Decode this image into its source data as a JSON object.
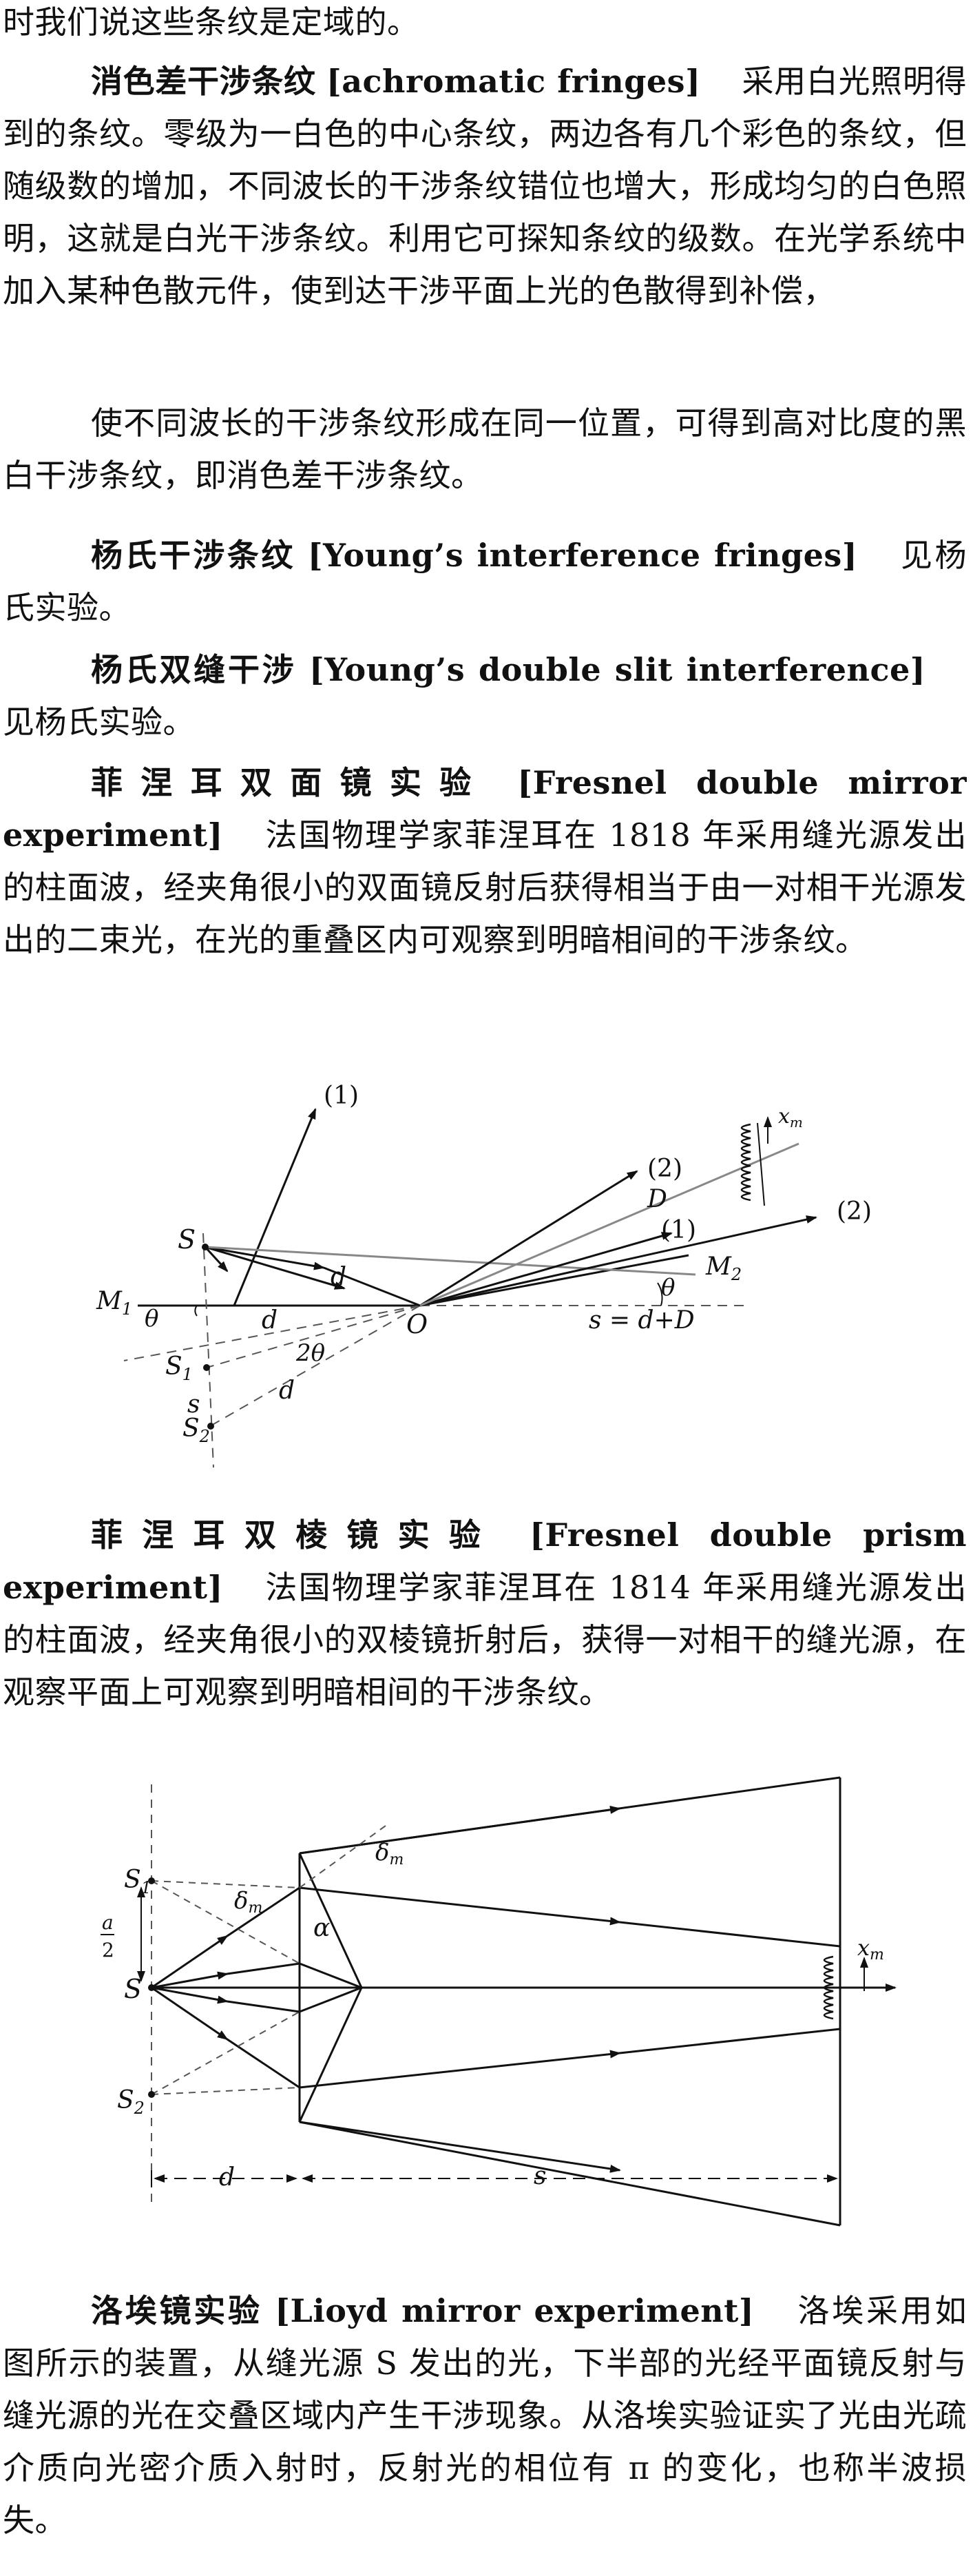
{
  "entries": {
    "e0": {
      "text": "时我们说这些条纹是定域的。"
    },
    "e1": {
      "term": "消色差干涉条纹",
      "english": "[achromatic fringes]",
      "body": "采用白光照明得到的条纹。零级为一白色的中心条纹，两边各有几个彩色的条纹，但随级数的增加，不同波长的干涉条纹错位也增大，形成均匀的白色照明，这就是白光干涉条纹。利用它可探知条纹的级数。在光学系统中加入某种色散元件，使到达干涉平面上光的色散得到补偿，",
      "body2": "使不同波长的干涉条纹形成在同一位置，可得到高对比度的黑白干涉条纹，即消色差干涉条纹。"
    },
    "e2": {
      "term": "杨氏干涉条纹",
      "english": "[Young’s interference fringes]",
      "body": "见杨氏实验。"
    },
    "e3": {
      "term": "杨氏双缝干涉",
      "english": "[Young’s double slit interference]",
      "body": "见杨氏实验。"
    },
    "e4": {
      "term": "菲涅耳双面镜实验",
      "english": "[Fresnel double mirror experiment]",
      "body": "法国物理学家菲涅耳在 1818 年采用缝光源发出的柱面波，经夹角很小的双面镜反射后获得相当于由一对相干光源发出的二束光，在光的重叠区内可观察到明暗相间的干涉条纹。"
    },
    "fig1": {
      "label_1a": "(1)",
      "label_2a": "(2)",
      "label_1b": "(1)",
      "label_2b": "(2)",
      "S": "S",
      "S1": "S",
      "S1_sub": "1",
      "S2": "S",
      "S2_sub": "2",
      "M1": "M",
      "M1_sub": "1",
      "M2": "M",
      "M2_sub": "2",
      "O": "O",
      "D": "D",
      "d1": "d",
      "d2": "d",
      "d3": "d",
      "s": "s",
      "theta1": "θ",
      "theta2": "θ",
      "two_theta": "2θ",
      "xm": "x",
      "xm_sub": "m",
      "eq": "s = d+D"
    },
    "e5": {
      "term": "菲涅耳双棱镜实验",
      "english": "[Fresnel double prism experiment]",
      "body": "法国物理学家菲涅耳在 1814 年采用缝光源发出的柱面波，经夹角很小的双棱镜折射后，获得一对相干的缝光源，在观察平面上可观察到明暗相间的干涉条纹。"
    },
    "fig2": {
      "S": "S",
      "S1": "S",
      "S1_sub": "1",
      "S2": "S",
      "S2_sub": "2",
      "a_num": "a",
      "a_den": "2",
      "delta_a": "δ",
      "delta_a_sub": "m",
      "delta_b": "δ",
      "delta_b_sub": "m",
      "alpha": "α",
      "xm": "x",
      "xm_sub": "m",
      "d": "d",
      "s": "s"
    },
    "e6": {
      "term": "洛埃镜实验",
      "english": "[Lioyd mirror experiment]",
      "body": "洛埃采用如图所示的装置，从缝光源 S 发出的光，下半部的光经平面镜反射与缝光源的光在交叠区域内产生干涉现象。从洛埃实验证实了光由光疏介质向光密介质入射时，反射光的相位有 π 的变化，也称半波损失。"
    }
  }
}
